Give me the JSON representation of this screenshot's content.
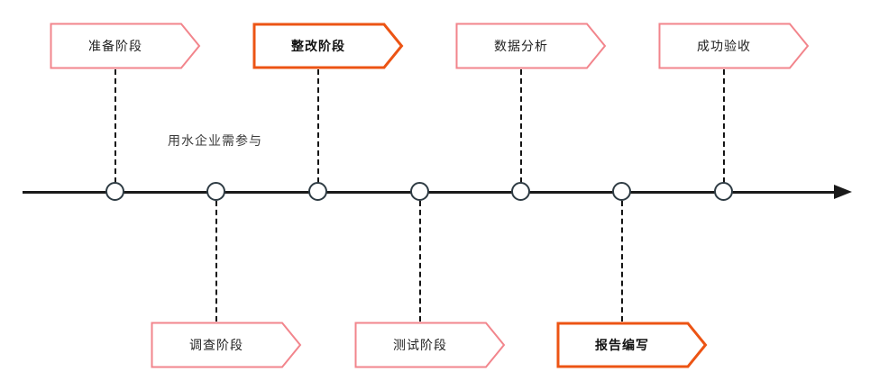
{
  "diagram": {
    "annotation": "用水企业需参与",
    "timeline": {
      "direction": "horizontal",
      "node_count": 7,
      "arrow": "right"
    },
    "milestones": [
      {
        "label": "准备阶段",
        "side": "top",
        "style": "normal"
      },
      {
        "label": "调查阶段",
        "side": "bottom",
        "style": "normal"
      },
      {
        "label": "整改阶段",
        "side": "top",
        "style": "emphasis"
      },
      {
        "label": "测试阶段",
        "side": "bottom",
        "style": "normal"
      },
      {
        "label": "数据分析",
        "side": "top",
        "style": "normal"
      },
      {
        "label": "报告编写",
        "side": "bottom",
        "style": "emphasis"
      },
      {
        "label": "成功验收",
        "side": "top",
        "style": "normal"
      }
    ],
    "colors": {
      "normal_border": "#F2858C",
      "emphasis_border": "#EC5414",
      "timeline_line": "#1A1A1A",
      "node_stroke": "#2E3B43",
      "shape_fill": "#FFFFFF",
      "label_text": "#1F1F1F",
      "annotation_text": "#3C3C3C"
    }
  }
}
